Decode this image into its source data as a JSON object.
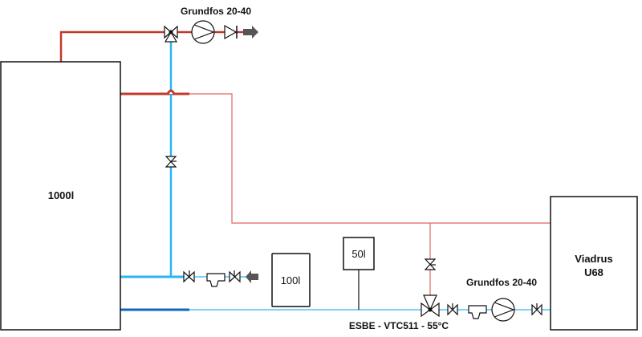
{
  "colors": {
    "hot_thick": "#c0392b",
    "hot_thin": "#e06666",
    "cold_light": "#29b6f6",
    "cold_dark": "#1565c0",
    "outline": "#111111",
    "arrow": "#555555"
  },
  "labels": {
    "pump_top": "Grundfos 20-40",
    "pump_bottom": "Grundfos 20-40",
    "tank_main": "1000l",
    "tank_100": "100l",
    "tank_50": "50l",
    "boiler_line1": "Viadrus",
    "boiler_line2": "U68",
    "mixing_valve": "ESBE - VTC511 - 55°C"
  },
  "icons": [
    "pump-icon",
    "valve-icon",
    "check-valve-icon",
    "three-way-valve-icon",
    "filter-icon",
    "arrow-icon"
  ]
}
